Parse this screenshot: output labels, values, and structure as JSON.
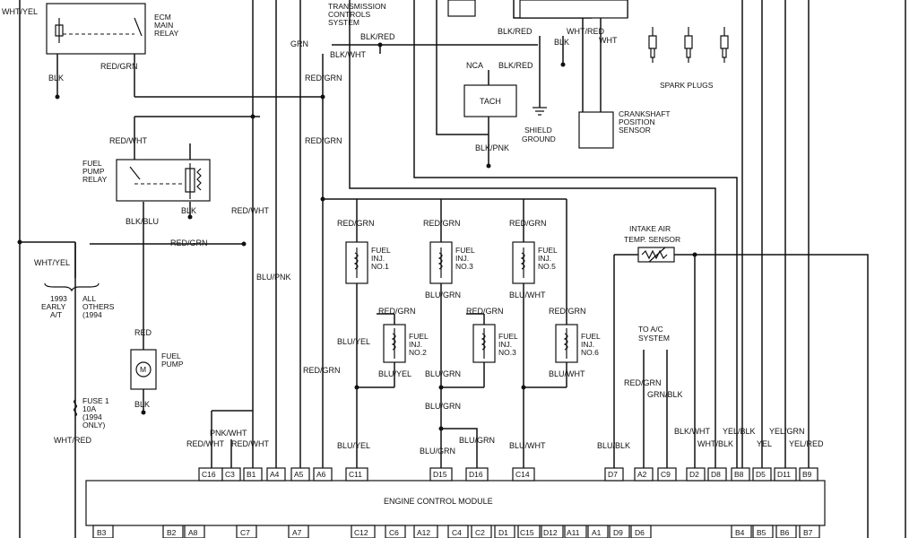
{
  "diagram": {
    "ecm_label": "ENGINE CONTROL MODULE",
    "components": {
      "ecm_main_relay": [
        "ECM",
        "MAIN",
        "RELAY"
      ],
      "fuel_pump_relay": [
        "FUEL",
        "PUMP",
        "RELAY"
      ],
      "fuel_pump": [
        "FUEL",
        "PUMP"
      ],
      "fuse": [
        "FUSE 1",
        "10A",
        "(1994",
        "ONLY)"
      ],
      "tach": "TACH",
      "transmission": [
        "TRANSMISSION",
        "CONTROLS",
        "SYSTEM"
      ],
      "shield_ground": [
        "SHIELD",
        "GROUND"
      ],
      "ckp_sensor": [
        "CRANKSHAFT",
        "POSITION",
        "SENSOR"
      ],
      "spark_plugs": "SPARK PLUGS",
      "iat_sensor": [
        "INTAKE AIR",
        "TEMP. SENSOR"
      ],
      "ac_system": [
        "TO A/C",
        "SYSTEM"
      ],
      "variant_1993": [
        "1993",
        "EARLY",
        "A/T"
      ],
      "variant_others": [
        "ALL",
        "OTHERS",
        "(1994"
      ],
      "injectors": [
        {
          "id": "inj1",
          "text": [
            "FUEL",
            "INJ.",
            "NO.1"
          ]
        },
        {
          "id": "inj3a",
          "text": [
            "FUEL",
            "INJ.",
            "NO.3"
          ]
        },
        {
          "id": "inj5",
          "text": [
            "FUEL",
            "INJ.",
            "NO.5"
          ]
        },
        {
          "id": "inj2",
          "text": [
            "FUEL",
            "INJ.",
            "NO.2"
          ]
        },
        {
          "id": "inj3b",
          "text": [
            "FUEL",
            "INJ.",
            "NO.3"
          ]
        },
        {
          "id": "inj6",
          "text": [
            "FUEL",
            "INJ.",
            "NO.6"
          ]
        }
      ]
    },
    "wire_labels": [
      {
        "id": "wl1",
        "text": "WHT/YEL"
      },
      {
        "id": "wl2",
        "text": "RED/GRN"
      },
      {
        "id": "wl3",
        "text": "BLK"
      },
      {
        "id": "wl4",
        "text": "GRN"
      },
      {
        "id": "wl5",
        "text": "BLK/RED"
      },
      {
        "id": "wl6",
        "text": "BLK/WHT"
      },
      {
        "id": "wl7",
        "text": "RED/GRN"
      },
      {
        "id": "wl8",
        "text": "RED/GRN"
      },
      {
        "id": "wl9",
        "text": "RED/WHT"
      },
      {
        "id": "wl10",
        "text": "BLK"
      },
      {
        "id": "wl11",
        "text": "BLK/BLU"
      },
      {
        "id": "wl12",
        "text": "RED/WHT"
      },
      {
        "id": "wl13",
        "text": "RED/GRN"
      },
      {
        "id": "wl14",
        "text": "WHT/YEL"
      },
      {
        "id": "wl15",
        "text": "BLU/PNK"
      },
      {
        "id": "wl16",
        "text": "RED"
      },
      {
        "id": "wl17",
        "text": "BLK"
      },
      {
        "id": "wl18",
        "text": "WHT/RED"
      },
      {
        "id": "wl19",
        "text": "PNK/WHT"
      },
      {
        "id": "wl20",
        "text": "RED/WHT"
      },
      {
        "id": "wl21",
        "text": "RED/WHT"
      },
      {
        "id": "wl22",
        "text": "RED/GRN"
      },
      {
        "id": "wl23",
        "text": "BLK/RED"
      },
      {
        "id": "wl24",
        "text": "BLK"
      },
      {
        "id": "wl25",
        "text": "WHT/RED"
      },
      {
        "id": "wl26",
        "text": "WHT"
      },
      {
        "id": "wl27",
        "text": "NCA"
      },
      {
        "id": "wl28",
        "text": "BLK/RED"
      },
      {
        "id": "wl29",
        "text": "BLK/PNK"
      },
      {
        "id": "wl30",
        "text": "RED/GRN"
      },
      {
        "id": "wl31",
        "text": "RED/GRN"
      },
      {
        "id": "wl32",
        "text": "RED/GRN"
      },
      {
        "id": "wl33",
        "text": "BLU/GRN"
      },
      {
        "id": "wl34",
        "text": "BLU/WHT"
      },
      {
        "id": "wl35",
        "text": "RED/GRN"
      },
      {
        "id": "wl36",
        "text": "RED/GRN"
      },
      {
        "id": "wl37",
        "text": "RED/GRN"
      },
      {
        "id": "wl38",
        "text": "BLU/YEL"
      },
      {
        "id": "wl39",
        "text": "BLU/YEL"
      },
      {
        "id": "wl40",
        "text": "BLU/GRN"
      },
      {
        "id": "wl41",
        "text": "BLU/WHT"
      },
      {
        "id": "wl42",
        "text": "BLU/GRN"
      },
      {
        "id": "wl43",
        "text": "BLU/YEL"
      },
      {
        "id": "wl44",
        "text": "BLU/GRN"
      },
      {
        "id": "wl45",
        "text": "BLU/GRN"
      },
      {
        "id": "wl46",
        "text": "BLU/WHT"
      },
      {
        "id": "wl47",
        "text": "RED/GRN"
      },
      {
        "id": "wl48",
        "text": "GRN/BLK"
      },
      {
        "id": "wl49",
        "text": "BLU/BLK"
      },
      {
        "id": "wl50",
        "text": "BLK/WHT"
      },
      {
        "id": "wl51",
        "text": "WHT/BLK"
      },
      {
        "id": "wl52",
        "text": "YEL/BLK"
      },
      {
        "id": "wl53",
        "text": "YEL"
      },
      {
        "id": "wl54",
        "text": "YEL/GRN"
      },
      {
        "id": "wl55",
        "text": "YEL/RED"
      }
    ],
    "top_pins": [
      "C16",
      "C3",
      "B1",
      "A4",
      "A5",
      "A6",
      "C11",
      "D15",
      "D16",
      "C14",
      "D7",
      "A2",
      "C9",
      "D2",
      "D8",
      "B8",
      "D5",
      "D11",
      "B9"
    ],
    "bottom_pins": [
      "B3",
      "B2",
      "A8",
      "C7",
      "A7",
      "C12",
      "C6",
      "A12",
      "C4",
      "C2",
      "D1",
      "C15",
      "D12",
      "A11",
      "A1",
      "D9",
      "D6",
      "B4",
      "B5",
      "B6",
      "B7"
    ]
  }
}
